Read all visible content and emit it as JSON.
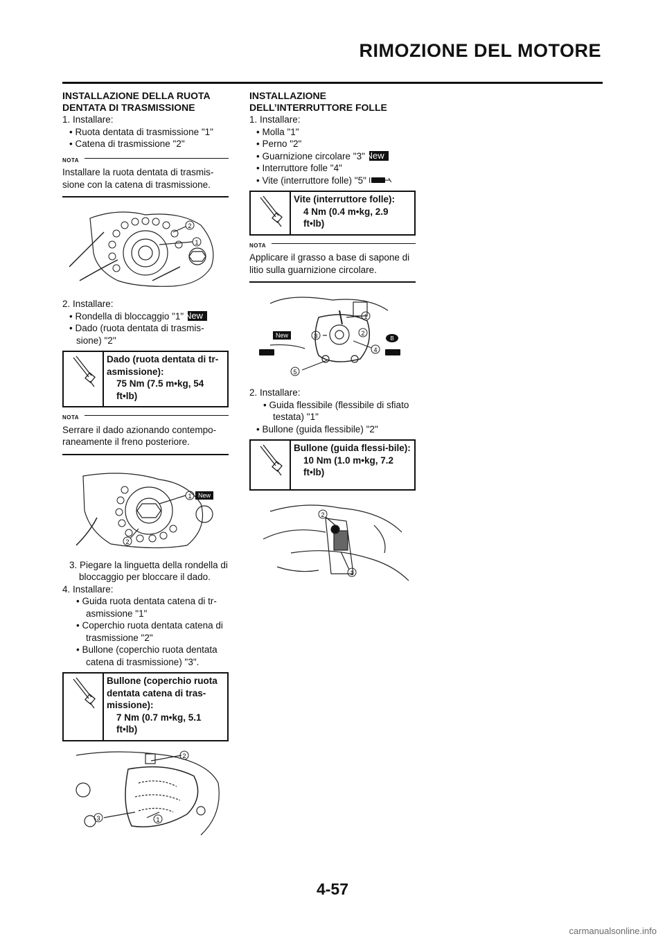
{
  "header": {
    "title": "RIMOZIONE DEL MOTORE"
  },
  "left": {
    "section1": {
      "heading_line1": "INSTALLAZIONE DELLA RUOTA",
      "heading_line2": "DENTATA DI TRASMISSIONE",
      "step1": "1. Installare:",
      "b1": "Ruota dentata di trasmissione \"1\"",
      "b2": "Catena di trasmissione \"2\"",
      "nota_label": "NOTA",
      "nota_text": "Installare la ruota dentata di trasmis-sione con la catena di trasmissione."
    },
    "step2": {
      "title": "2. Installare:",
      "b1": "Rondella di bloccaggio \"1\"",
      "b1_badge": "New",
      "b2": "Dado (ruota dentata di trasmis-sione) \"2\"",
      "torque_title": "Dado (ruota dentata di tr-asmissione):",
      "torque_value": "75 Nm (7.5 m•kg, 54 ft•lb)",
      "nota_label": "NOTA",
      "nota_text": "Serrare il dado azionando contempo-raneamente il freno posteriore."
    },
    "step3": {
      "title": "3. Piegare la linguetta della rondella di bloccaggio per bloccare il dado."
    },
    "step4": {
      "title": "4. Installare:",
      "b1": "Guida ruota dentata catena di tr-asmissione \"1\"",
      "b2": "Coperchio ruota dentata catena di trasmissione \"2\"",
      "b3": "Bullone (coperchio ruota dentata catena di trasmissione) \"3\".",
      "torque_title": "Bullone (coperchio ruota dentata catena di tras-missione):",
      "torque_value": "7 Nm (0.7 m•kg, 5.1 ft•lb)"
    },
    "fig_labels": {
      "one": "1",
      "two": "2",
      "three": "3",
      "new": "New"
    }
  },
  "right": {
    "section": {
      "heading_line1": "INSTALLAZIONE",
      "heading_line2": "DELL’INTERRUTTORE FOLLE",
      "step1": "1. Installare:",
      "b1": "Molla \"1\"",
      "b2": "Perno \"2\"",
      "b3": "Guarnizione circolare \"3\"",
      "b3_badge": "New",
      "b4": "Interruttore folle \"4\"",
      "b5": "Vite (interruttore folle) \"5\"",
      "torque_title": "Vite (interruttore folle):",
      "torque_value": "4 Nm (0.4 m•kg, 2.9 ft•lb)",
      "nota_label": "NOTA",
      "nota_text": "Applicare il grasso a base di sapone di litio sulla guarnizione circolare."
    },
    "step2": {
      "title": "2. Installare:",
      "b1": "Guida flessibile (flessibile di sfiato testata) \"1\"",
      "b2": "Bullone (guida flessibile) \"2\"",
      "torque_title": "Bullone (guida flessi-bile):",
      "torque_value": "10 Nm (1.0 m•kg, 7.2 ft•lb)"
    },
    "fig_labels": {
      "one": "1",
      "two": "2",
      "three": "3",
      "four": "4",
      "five": "5",
      "new": "New",
      "b": "B"
    }
  },
  "footer": {
    "page_number": "4-57",
    "watermark": "carmanualsonline.info"
  }
}
